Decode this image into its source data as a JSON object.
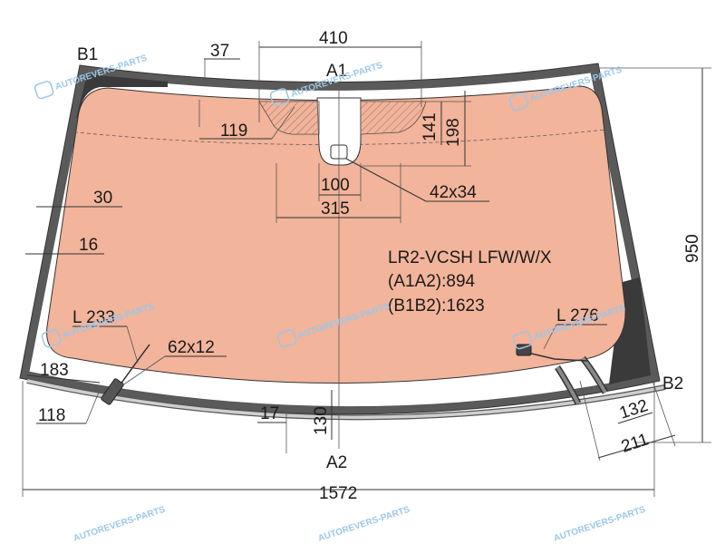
{
  "part_code": "LR2-VCSH LFW/W/X",
  "a1a2": "(A1A2):894",
  "b1b2": "(B1B2):1623",
  "points": {
    "a1": "A1",
    "a2": "A2",
    "b1": "B1",
    "b2": "B2"
  },
  "dimensions": {
    "d410": "410",
    "d37": "37",
    "d119": "119",
    "d141": "141",
    "d198": "198",
    "d100": "100",
    "d42x34": "42x34",
    "d315": "315",
    "d30": "30",
    "d16": "16",
    "d950": "950",
    "l233": "L 233",
    "d62x12": "62x12",
    "l276": "L 276",
    "d183": "183",
    "d118": "118",
    "d17": "17",
    "d130": "130",
    "d132": "132",
    "d211": "211",
    "d1572": "1572"
  },
  "watermark": "AUTOREVERS-PARTS",
  "colors": {
    "glass": "#f2b49b",
    "frame": "#555555",
    "blackout": "#3a3a3a",
    "watermark": "#9cc6e8"
  }
}
